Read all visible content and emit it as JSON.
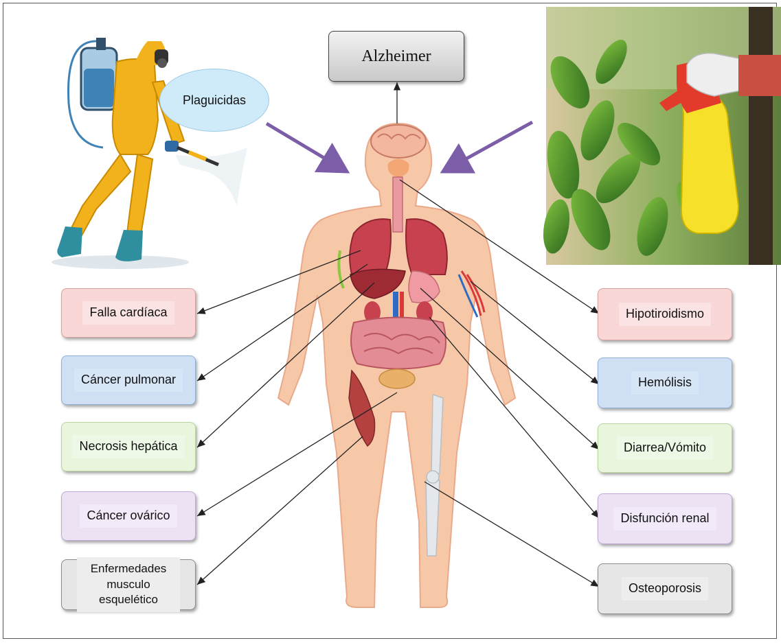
{
  "top_label": "Alzheimer",
  "pesticide_label": "Plaguicidas",
  "left_conditions": [
    {
      "label": "Falla cardíaca",
      "color": "#f9d7d7"
    },
    {
      "label": "Cáncer pulmonar",
      "color": "#cfe0f4"
    },
    {
      "label": "Necrosis hepática",
      "color": "#e9f6dd"
    },
    {
      "label": "Cáncer ovárico",
      "color": "#ece2f4"
    },
    {
      "label": "Enfermedades musculo esquelético",
      "color": "#e6e6e6"
    }
  ],
  "right_conditions": [
    {
      "label": "Hipotiroidismo",
      "color": "#f9d7d7"
    },
    {
      "label": "Hemólisis",
      "color": "#cfe0f4"
    },
    {
      "label": "Diarrea/Vómito",
      "color": "#e9f6dd"
    },
    {
      "label": "Disfunción renal",
      "color": "#ece2f4"
    },
    {
      "label": "Osteoporosis",
      "color": "#e6e6e6"
    }
  ],
  "arrow_color": "#7b5ea7",
  "skin_color": "#f6c8a8"
}
